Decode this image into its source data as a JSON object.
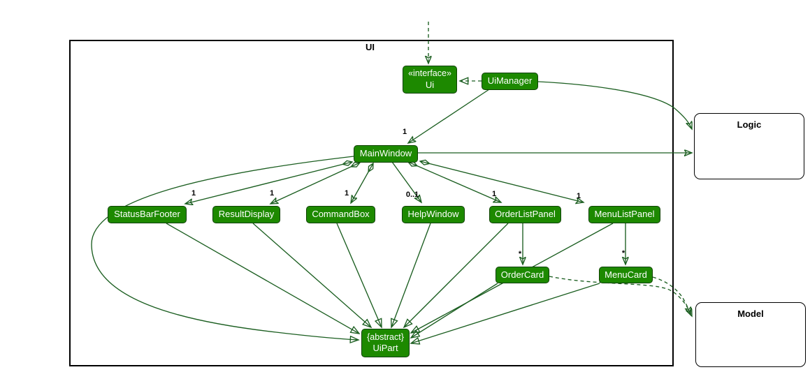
{
  "frame": {
    "label": "UI"
  },
  "external_components": {
    "logic": {
      "label": "Logic"
    },
    "model": {
      "label": "Model"
    }
  },
  "classes": {
    "ui_interface": {
      "stereotype": "«interface»",
      "name": "Ui"
    },
    "ui_manager": {
      "name": "UiManager"
    },
    "main_window": {
      "name": "MainWindow"
    },
    "status_bar_footer": {
      "name": "StatusBarFooter"
    },
    "result_display": {
      "name": "ResultDisplay"
    },
    "command_box": {
      "name": "CommandBox"
    },
    "help_window": {
      "name": "HelpWindow"
    },
    "order_list_panel": {
      "name": "OrderListPanel"
    },
    "menu_list_panel": {
      "name": "MenuListPanel"
    },
    "order_card": {
      "name": "OrderCard"
    },
    "menu_card": {
      "name": "MenuCard"
    },
    "ui_part": {
      "modifier": "{abstract}",
      "name": "UiPart"
    }
  },
  "multiplicities": {
    "ui_manager_main_window": "1",
    "status_bar_footer": "1",
    "result_display": "1",
    "command_box": "1",
    "help_window": "0..1",
    "order_list_panel": "1",
    "menu_list_panel": "1",
    "order_card": "*",
    "menu_card": "*"
  },
  "colors": {
    "class_fill": "#1D8900",
    "class_text": "#FFFFFF",
    "edge": "#1B5E20",
    "frame_border": "#000000",
    "background": "#FFFFFF"
  }
}
